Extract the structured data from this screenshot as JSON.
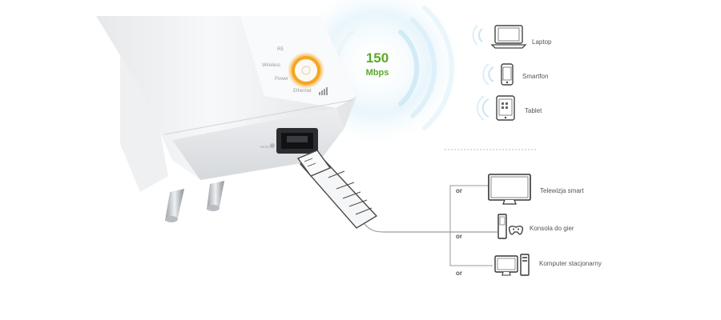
{
  "speed": {
    "value": "150",
    "unit": "Mbps"
  },
  "device_leds": [
    "RE",
    "Wireless",
    "Power",
    "Ethernet"
  ],
  "port_label": "RESET",
  "wireless_devices": [
    {
      "label": "Laptop",
      "icon": "laptop-icon"
    },
    {
      "label": "Smartfon",
      "icon": "smartphone-icon"
    },
    {
      "label": "Tablet",
      "icon": "tablet-icon"
    }
  ],
  "wired_devices": [
    {
      "label": "Telewizja smart",
      "icon": "tv-icon",
      "connector": "or"
    },
    {
      "label": "Konsola do gier",
      "icon": "game-console-icon",
      "connector": "or"
    },
    {
      "label": "Komputer stacjonarny",
      "icon": "desktop-computer-icon",
      "connector": "or"
    }
  ],
  "colors": {
    "accent_green": "#5aa82a",
    "led_orange": "#f5a623",
    "wifi_blue": "#bfe4f2",
    "line_gray": "#9a9a9a"
  }
}
